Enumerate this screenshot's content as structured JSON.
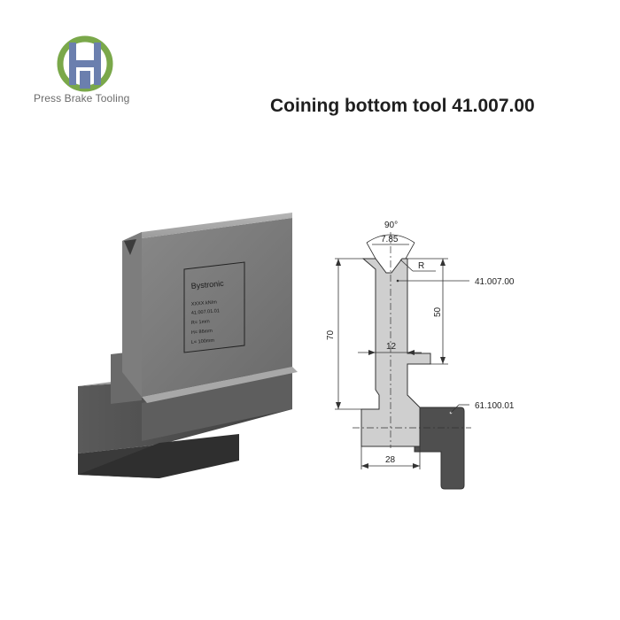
{
  "brand": {
    "caption": "Press Brake Tooling",
    "logo_colors": {
      "ring": "#7aa84a",
      "h": "#6b7fae"
    }
  },
  "title": "Coining bottom tool 41.007.00",
  "tool_label": {
    "brand": "Bystronic",
    "lines": [
      "XXXX kN/m",
      "41.007.01.01",
      "R= 1mm",
      "H= 86mm",
      "L= 100mm"
    ]
  },
  "drawing": {
    "angle": "90°",
    "v_width": "7.85",
    "radius": "R",
    "part_number": "41.007.00",
    "height_total": "70",
    "height_upper": "50",
    "web_width": "12",
    "base_width": "28",
    "holder_part_number": "61.100.01"
  },
  "colors": {
    "fill": "#cfcfcf",
    "stroke": "#333333",
    "dark": "#4a4a4a"
  }
}
